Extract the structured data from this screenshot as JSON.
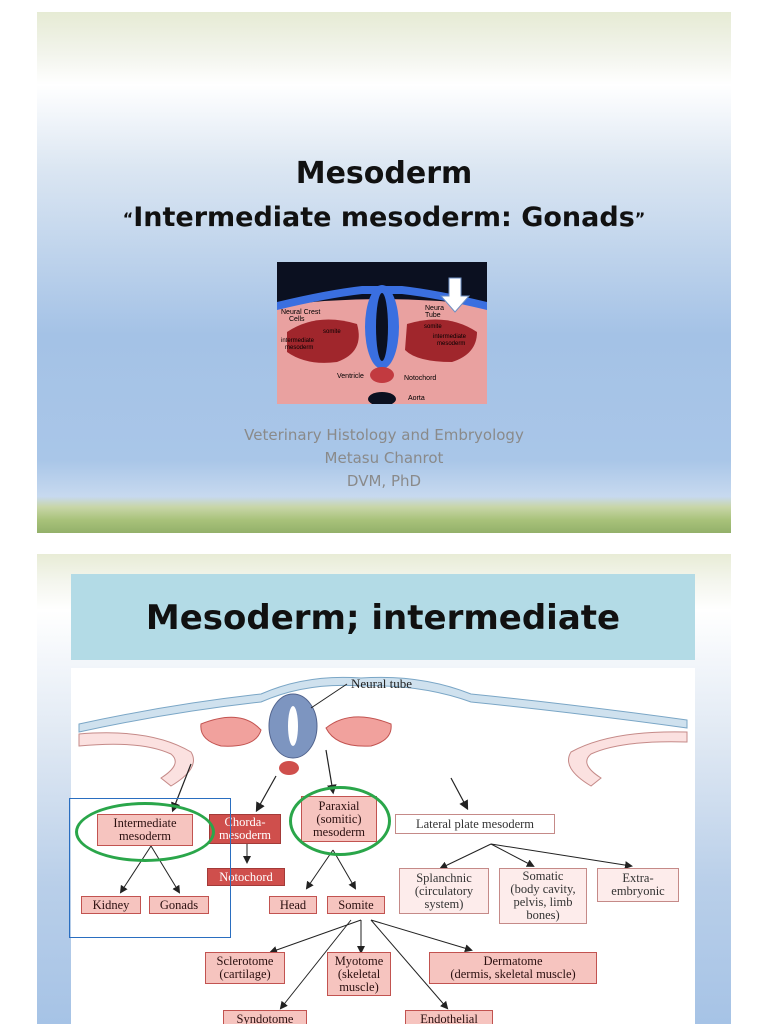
{
  "slide1": {
    "title_line1": "Mesoderm",
    "title_quote_open": "“",
    "title_line2": "Intermediate mesoderm: Gonads",
    "title_quote_close": "”",
    "embryo_labels": {
      "neural_crest": "Neural Crest",
      "cells": "Cells",
      "neural": "Neura",
      "tube": "Tube",
      "somite_left": "somite",
      "somite_right": "somite",
      "intermediate_left": "intermediate",
      "mesoderm_left": "mesoderm",
      "intermediate_right": "intermediate",
      "mesoderm_right": "mesoderm",
      "ventricle": "Ventricle",
      "notochord": "Notochord",
      "aorta": "Aorta"
    },
    "credits": [
      "Veterinary Histology and Embryology",
      "Metasu Chanrot",
      "DVM, PhD"
    ]
  },
  "slide2": {
    "title": "Mesoderm; intermediate",
    "diagram": {
      "neural_tube_label": "Neural tube",
      "intermediate_line1": "Intermediate",
      "intermediate_line2": "mesoderm",
      "chorda_line1": "Chorda-",
      "chorda_line2": "mesoderm",
      "notochord": "Notochord",
      "paraxial_line1": "Paraxial",
      "paraxial_line2": "(somitic)",
      "paraxial_line3": "mesoderm",
      "lateral_plate": "Lateral plate mesoderm",
      "kidney": "Kidney",
      "gonads": "Gonads",
      "head": "Head",
      "somite": "Somite",
      "splanchnic_1": "Splanchnic",
      "splanchnic_2": "(circulatory",
      "splanchnic_3": "system)",
      "somatic_1": "Somatic",
      "somatic_2": "(body cavity,",
      "somatic_3": "pelvis, limb",
      "somatic_4": "bones)",
      "extra_1": "Extra-",
      "extra_2": "embryonic",
      "sclerotome_1": "Sclerotome",
      "sclerotome_2": "(cartilage)",
      "myotome_1": "Myotome",
      "myotome_2": "(skeletal",
      "myotome_3": "muscle)",
      "dermatome_1": "Dermatome",
      "dermatome_2": "(dermis, skeletal muscle)",
      "syndotome": "Syndotome",
      "endothelial": "Endothelial"
    }
  },
  "colors": {
    "highlight_circle": "#2aa64a",
    "highlight_rect": "#2a6ec0",
    "title2_band": "#b3dbe6",
    "mesoderm_pink": "#f6c4bf",
    "notochord_red": "#cf4f4c"
  }
}
